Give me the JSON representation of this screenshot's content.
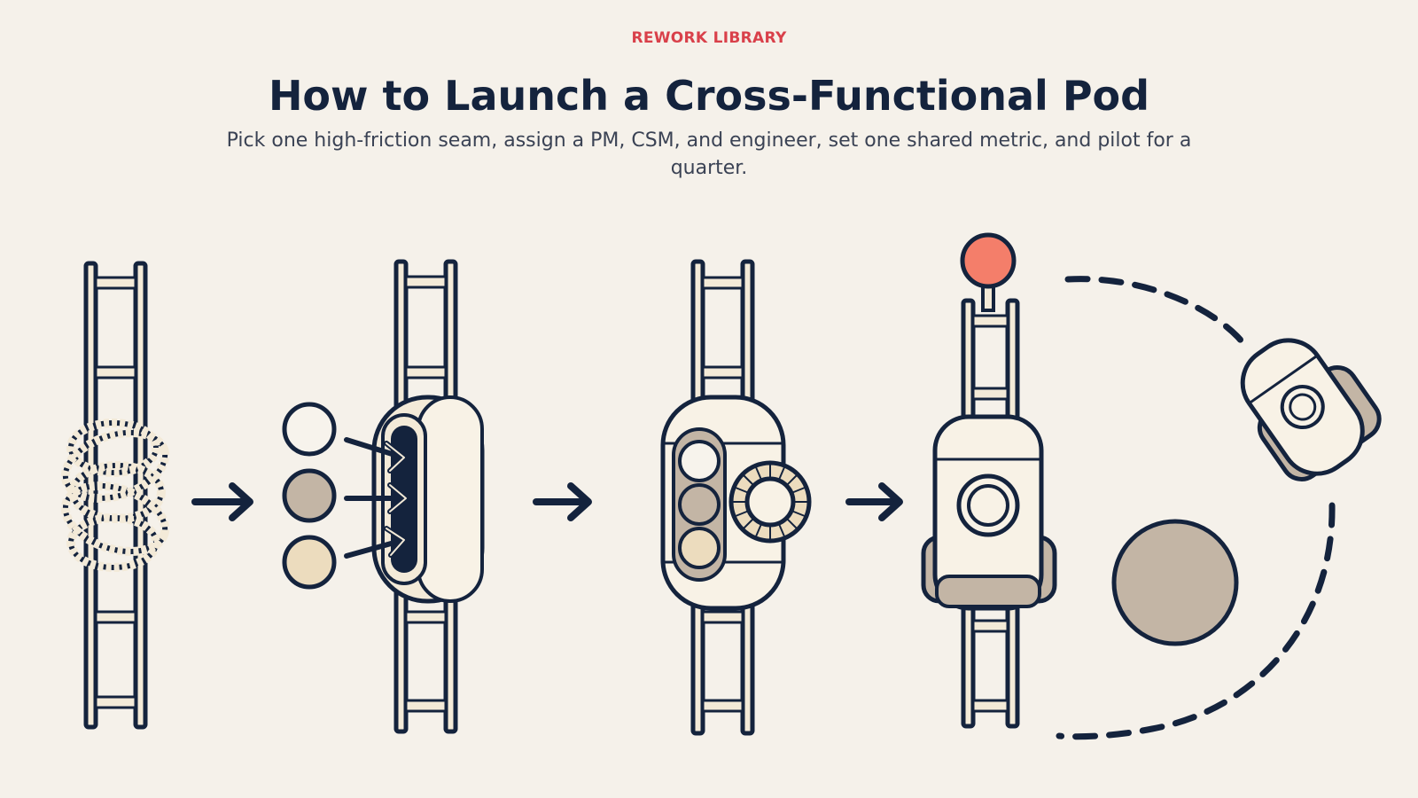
{
  "header": {
    "eyebrow": "REWORK LIBRARY",
    "title": "How to Launch a Cross-Functional Pod",
    "subtitle": "Pick one high-friction seam, assign a PM, CSM, and engineer, set one shared metric, and pilot for a quarter."
  },
  "palette": {
    "ink": "#14233d",
    "cream": "#f3ead8",
    "taupe": "#c3b5a5",
    "sand": "#ecdcbe",
    "coral": "#f47e6a",
    "accent_red": "#d9404a",
    "background": "#f5f1ea"
  },
  "diagram": {
    "stages": [
      {
        "id": "knotted-seam",
        "icon": "rope-knot-on-ladder-icon"
      },
      {
        "id": "assign-three-roles",
        "icon": "three-dots-into-capsule-icon"
      },
      {
        "id": "shared-metric",
        "icon": "capsule-with-gauge-icon"
      },
      {
        "id": "pilot-for-quarter",
        "icon": "pod-with-orbit-icon"
      }
    ],
    "connectors": 3
  }
}
